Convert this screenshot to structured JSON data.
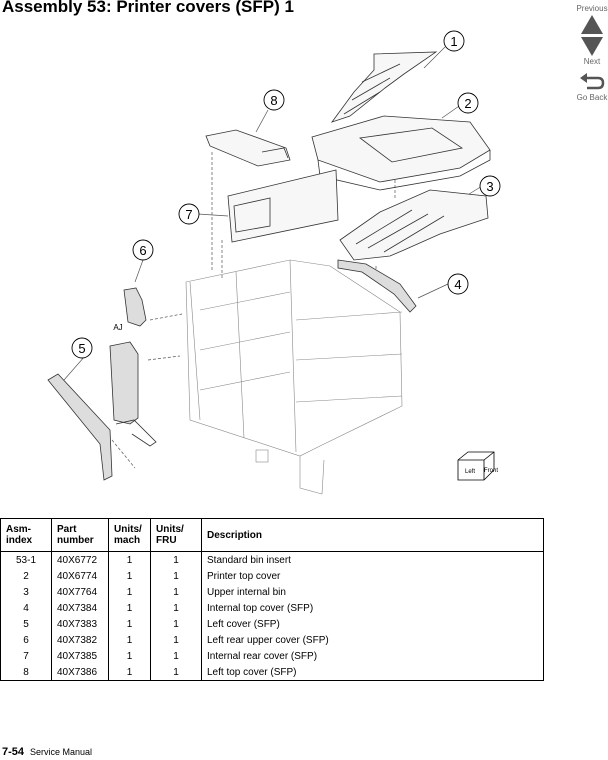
{
  "title": "Assembly 53:  Printer covers (SFP) 1",
  "nav": {
    "previous": "Previous",
    "next": "Next",
    "go_back": "Go Back"
  },
  "figure": {
    "callouts": [
      "1",
      "2",
      "3",
      "4",
      "5",
      "6",
      "7",
      "8"
    ],
    "connector_label": "AJ",
    "orientation_box": {
      "left": "Left",
      "front": "Front"
    }
  },
  "table": {
    "headers": [
      "Asm-\nindex",
      "Part\nnumber",
      "Units/\nmach",
      "Units/\nFRU",
      "Description"
    ],
    "rows": [
      [
        "53-1",
        "40X6772",
        "1",
        "1",
        "Standard bin insert"
      ],
      [
        "2",
        "40X6774",
        "1",
        "1",
        "Printer top cover"
      ],
      [
        "3",
        "40X7764",
        "1",
        "1",
        "Upper internal bin"
      ],
      [
        "4",
        "40X7384",
        "1",
        "1",
        "Internal top cover (SFP)"
      ],
      [
        "5",
        "40X7383",
        "1",
        "1",
        "Left cover (SFP)"
      ],
      [
        "6",
        "40X7382",
        "1",
        "1",
        "Left rear upper cover (SFP)"
      ],
      [
        "7",
        "40X7385",
        "1",
        "1",
        "Internal rear cover (SFP)"
      ],
      [
        "8",
        "40X7386",
        "1",
        "1",
        "Left top cover (SFP)"
      ]
    ]
  },
  "footer": {
    "page": "7-54",
    "manual": "Service Manual"
  },
  "colors": {
    "nav_gray": "#555555",
    "line": "#000000"
  }
}
